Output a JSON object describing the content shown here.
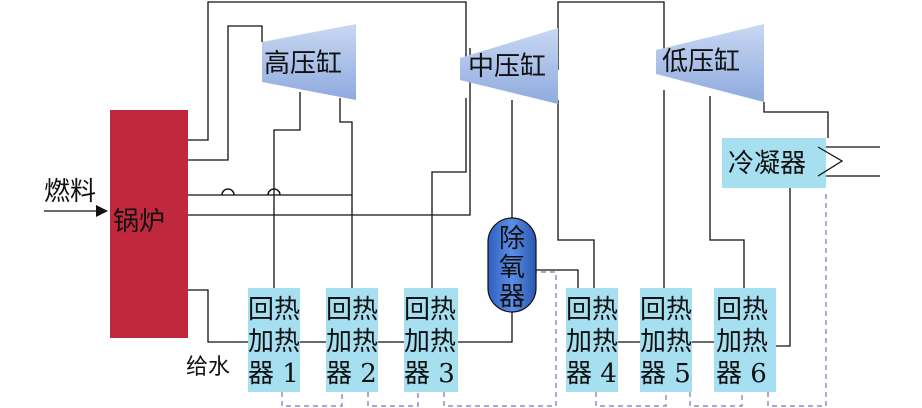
{
  "boiler": {
    "label": "锅炉",
    "fill": "#c0283e"
  },
  "fuel_label": "燃料",
  "feedwater_label": "给水",
  "turbines": [
    {
      "label": "高压缸"
    },
    {
      "label": "中压缸"
    },
    {
      "label": "低压缸"
    }
  ],
  "condenser": {
    "label": "冷凝器"
  },
  "deaerator": {
    "chars": [
      "除",
      "氧",
      "器"
    ]
  },
  "heaters": [
    {
      "l1": "回热",
      "l2": "加热",
      "l3": "器 1"
    },
    {
      "l1": "回热",
      "l2": "加热",
      "l3": "器 2"
    },
    {
      "l1": "回热",
      "l2": "加热",
      "l3": "器 3"
    },
    {
      "l1": "回热",
      "l2": "加热",
      "l3": "器 4"
    },
    {
      "l1": "回热",
      "l2": "加热",
      "l3": "器 5"
    },
    {
      "l1": "回热",
      "l2": "加热",
      "l3": "器 6"
    }
  ],
  "colors": {
    "turbine_fill": "#a8c0e8",
    "heater_fill": "#a6dff0",
    "deaerator_fill": "#3a6fd0",
    "line": "#111111",
    "drain_line": "#7a70b8"
  }
}
